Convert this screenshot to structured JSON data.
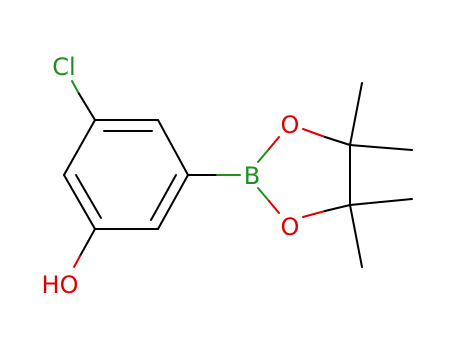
{
  "molecule": {
    "atoms": {
      "chlorine": "Cl",
      "hydroxyl": "HO",
      "boron": "B",
      "oxygen_top": "O",
      "oxygen_bottom": "O"
    },
    "colors": {
      "bond": "#000000",
      "chlorine": "#1f8f1f",
      "oxygen": "#e00000",
      "boron": "#1f8f1f"
    }
  }
}
